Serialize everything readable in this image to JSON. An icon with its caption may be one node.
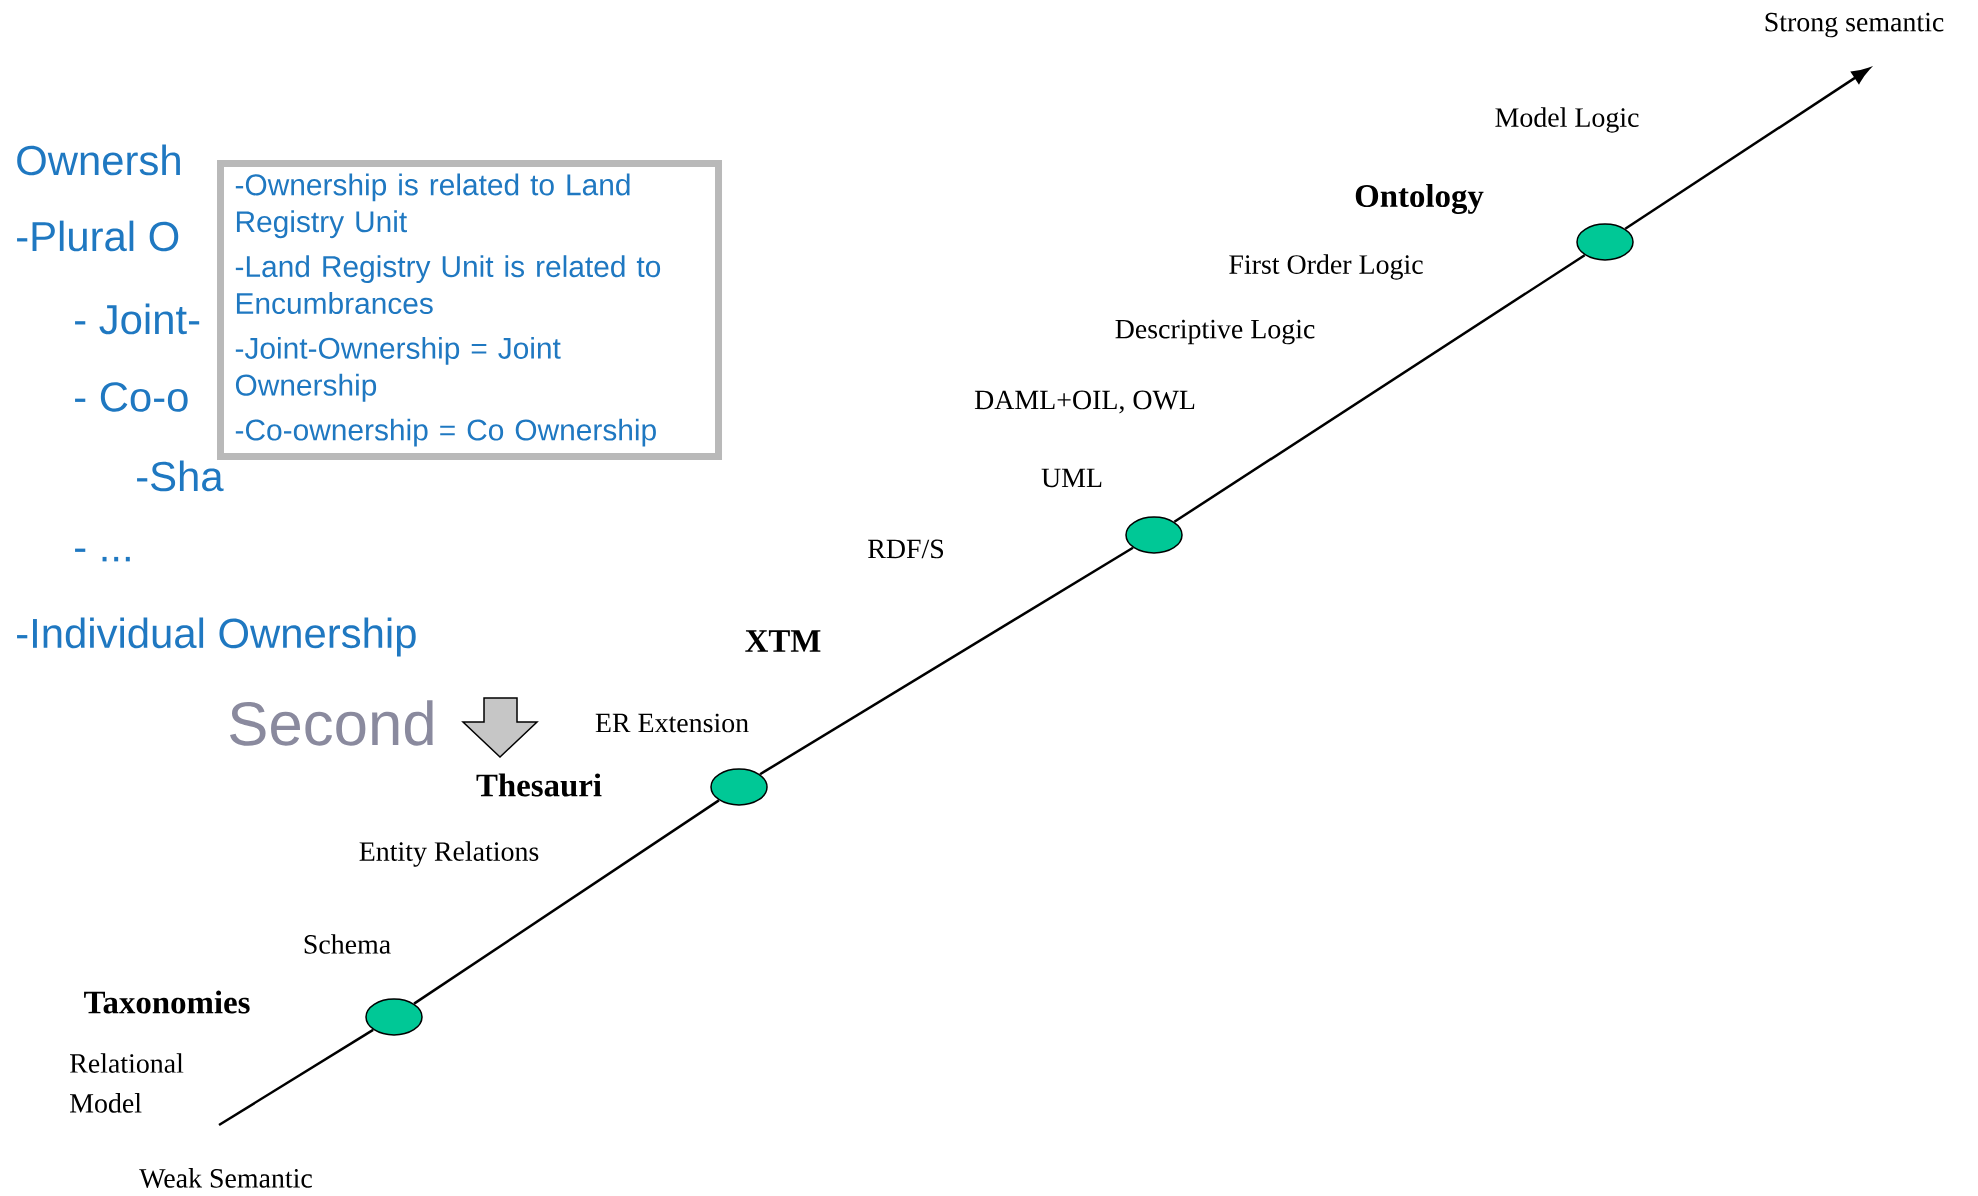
{
  "diagram": {
    "nodes": [
      {
        "text": [
          "-Ownership is related to Land Registry Unit",
          "-Land Registry Unit is related to Encumbrances",
          "-Joint-Ownership = Joint Ownership",
          "-Co-ownership = Co Ownership"
        ]
      },
      {
        "text": [],
        "shape": "ellipse"
      },
      {
        "text": [],
        "shape": "ellipse"
      },
      {
        "text": [],
        "shape": "ellipse"
      },
      {
        "text": [],
        "shape": "ellipse"
      }
    ],
    "edges": [
      {
        "from": null,
        "to": 1,
        "arrow": "none"
      },
      {
        "from": 1,
        "to": 2,
        "arrow": "none"
      },
      {
        "from": 2,
        "to": 3,
        "arrow": "none"
      },
      {
        "from": 3,
        "to": 4,
        "arrow": "none"
      },
      {
        "from": 4,
        "to": null,
        "arrow": "to"
      }
    ],
    "labels": [
      "Strong semantic",
      "Model Logic",
      "Ownersh",
      "Ontology",
      "-Plural O",
      "First Order Logic",
      "- Joint-",
      "Descriptive Logic",
      "- Co-o",
      "DAML+OIL, OWL",
      "-Sha",
      "UML",
      "RDF/S",
      "- ...",
      "XTM",
      "-Individual Ownership",
      "Second",
      "ER Extension",
      "Thesauri",
      "Entity Relations",
      "Schema",
      "Taxonomies",
      "Relational Model",
      "Weak Semantic"
    ]
  }
}
